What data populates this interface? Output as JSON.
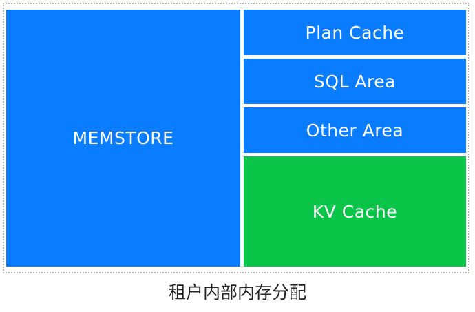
{
  "diagram": {
    "blocks": {
      "memstore": "MEMSTORE",
      "plan_cache": "Plan Cache",
      "sql_area": "SQL Area",
      "other_area": "Other Area",
      "kv_cache": "KV Cache"
    },
    "caption": "租户内部内存分配",
    "colors": {
      "blue": "#0a7cff",
      "green": "#0bc548",
      "border": "#b5b5b5"
    }
  }
}
